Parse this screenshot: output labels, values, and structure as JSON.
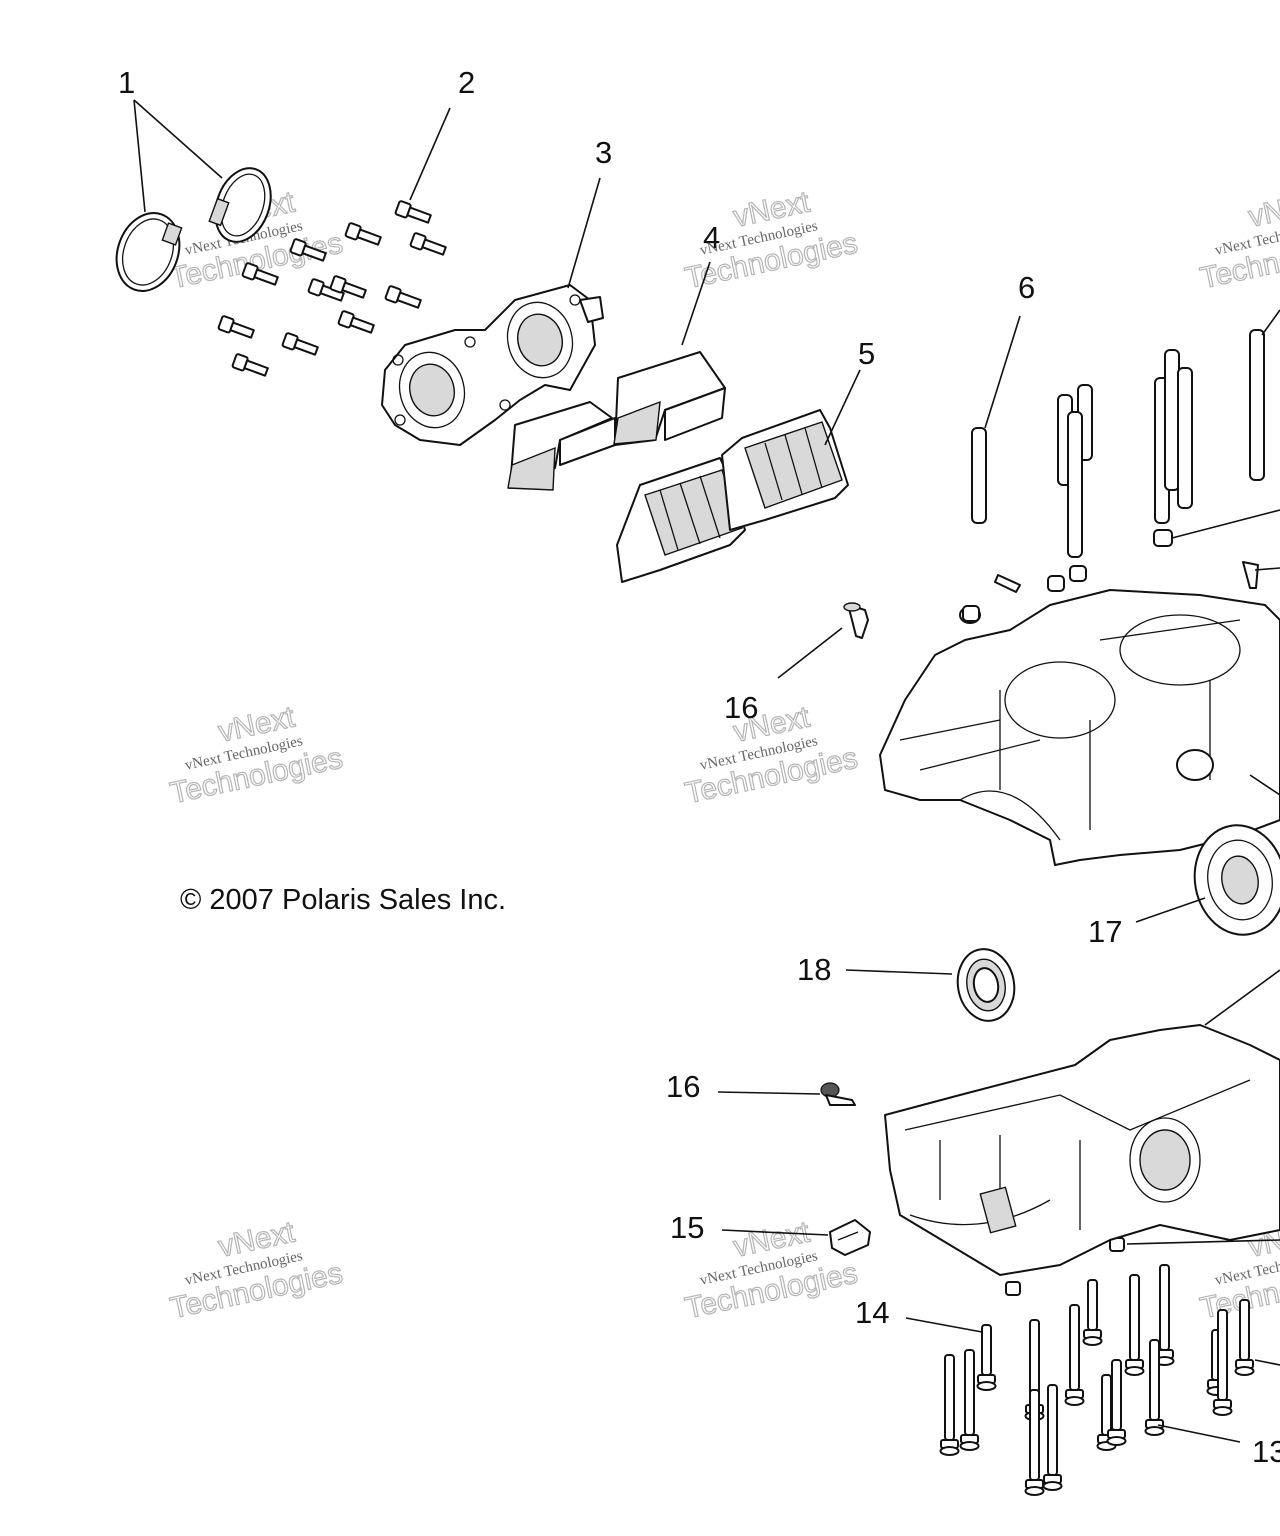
{
  "copyright": "© 2007 Polaris Sales Inc.",
  "watermark": {
    "line1": "vNext Technologies",
    "line2": "Technologies",
    "line3": "vNext"
  },
  "callouts": {
    "c1": "1",
    "c2": "2",
    "c3": "3",
    "c4": "4",
    "c5": "5",
    "c6": "6",
    "c13": "13",
    "c14": "14",
    "c15": "15",
    "c16a": "16",
    "c16b": "16",
    "c17": "17",
    "c18": "18"
  }
}
